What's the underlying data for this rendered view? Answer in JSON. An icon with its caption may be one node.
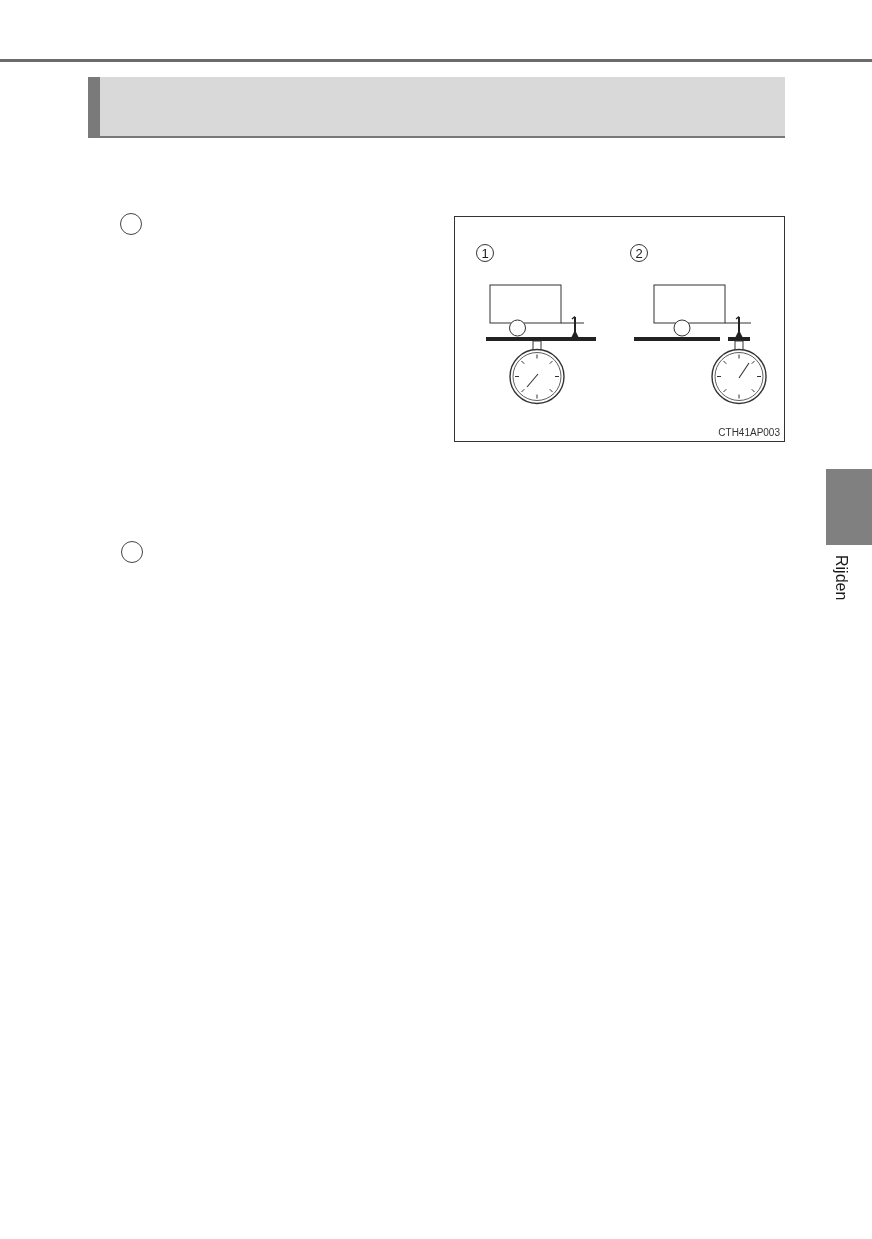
{
  "diagram": {
    "nodes": [
      {
        "text": [],
        "shape": "box",
        "beside": [
          "Rijden"
        ]
      }
    ],
    "labels": [
      "1",
      "2",
      "CTH41AP003"
    ]
  }
}
